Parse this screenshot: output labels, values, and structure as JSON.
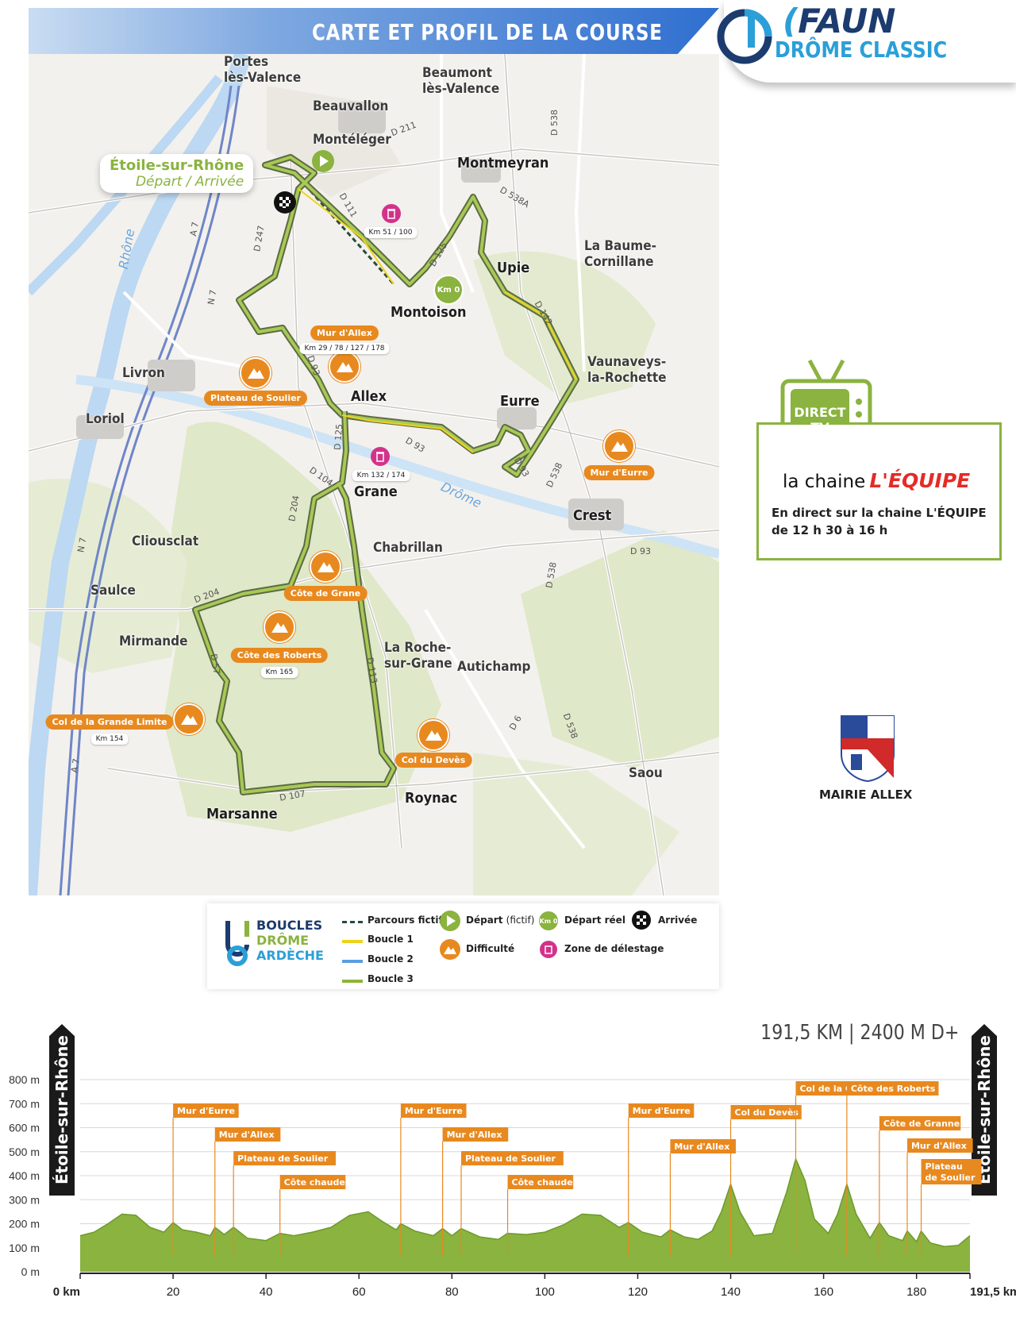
{
  "header": {
    "title": "CARTE ET PROFIL DE LA COURSE",
    "brand": "FAUN",
    "event": "DRÔME CLASSIC"
  },
  "map": {
    "start": {
      "town": "Étoile-sur-Rhône",
      "subtitle": "Départ / Arrivée"
    },
    "towns": {
      "portes": "Portes\nlès-Valence",
      "beaumont": "Beaumont\nlès-Valence",
      "beauvallon": "Beauvallon",
      "monteleger": "Montéléger",
      "montmeyran": "Montmeyran",
      "upie": "Upie",
      "labaume": "La Baume-\nCornillane",
      "montoison": "Montoison",
      "vaunaveys": "Vaunaveys-\nla-Rochette",
      "livron": "Livron",
      "loriol": "Loriol",
      "allex": "Allex",
      "eurre": "Eurre",
      "grane": "Grane",
      "crest": "Crest",
      "cliousclat": "Cliousclat",
      "chabrillan": "Chabrillan",
      "saulce": "Saulce",
      "mirmande": "Mirmande",
      "laroche": "La Roche-\nsur-Grane",
      "autichamp": "Autichamp",
      "saou": "Saou",
      "roynac": "Roynac",
      "marsanne": "Marsanne"
    },
    "roads": [
      "D 211",
      "D 538",
      "D 538A",
      "D 111",
      "D 125",
      "D 142",
      "D 247",
      "D 93",
      "D 93",
      "D 125",
      "D 93",
      "D 538",
      "D 104",
      "D 204",
      "D 204",
      "D 57",
      "D 113",
      "D 107",
      "D 538",
      "D 6",
      "D 538",
      "D 93",
      "N 7",
      "N 7",
      "A 7",
      "A 7"
    ],
    "rivers": [
      "Rhône",
      "Drôme"
    ],
    "difficulties": [
      {
        "name": "Mur d'Allex",
        "km": "Km 29 / 78 / 127 / 178"
      },
      {
        "name": "Plateau de Soulier"
      },
      {
        "name": "Mur d'Eurre"
      },
      {
        "name": "Côte de Grane"
      },
      {
        "name": "Côte des Roberts",
        "km": "Km 165"
      },
      {
        "name": "Col de la Grande Limite",
        "km": "Km 154"
      },
      {
        "name": "Col du Devès"
      }
    ],
    "delestage": [
      {
        "km": "Km 51 / 100"
      },
      {
        "km": "Km 132 / 174"
      }
    ],
    "km0": "Km 0"
  },
  "legend": {
    "brand_line1": "BOUCLES",
    "brand_line2": "DRÔME",
    "brand_line3": "ARDÈCHE",
    "parcours_fictif": "Parcours fictif",
    "boucle1": "Boucle 1",
    "boucle2": "Boucle 2",
    "boucle3": "Boucle 3",
    "depart": "Départ",
    "depart_note": "(fictif)",
    "difficulte": "Difficulté",
    "depart_reel": "Départ réel",
    "zone": "Zone de délestage",
    "arrivee": "Arrivée",
    "km0_icon": "Km 0",
    "colors": {
      "boucle1": "#f0d21e",
      "boucle2": "#5b9ee0",
      "boucle3": "#8fb43a",
      "accent": "#e8891f",
      "delestage": "#d2338a"
    }
  },
  "tv": {
    "badge_line1": "DIRECT",
    "badge_line2": "TV",
    "channel_prefix": "la chaine",
    "channel_name": "L'ÉQUIPE",
    "line1": "En direct sur la chaine L'ÉQUIPE",
    "line2": "de 12 h 30 à 16 h"
  },
  "sponsor": {
    "name": "MAIRIE ALLEX"
  },
  "profile": {
    "summary": "191,5 KM | 2400 M D+",
    "start_label": "Étoile-sur-Rhône",
    "end_label": "Étoile-sur-Rhône",
    "y_ticks": [
      "800 m",
      "700 m",
      "600 m",
      "500 m",
      "400 m",
      "300 m",
      "200 m",
      "100 m",
      "0 m"
    ],
    "x_ticks": [
      "0 km",
      "20",
      "40",
      "60",
      "80",
      "100",
      "120",
      "140",
      "160",
      "180",
      "191,5 km"
    ],
    "climbs": [
      {
        "name": "Mur d'Eurre",
        "km": 20
      },
      {
        "name": "Mur d'Allex",
        "km": 29
      },
      {
        "name": "Plateau de Soulier",
        "km": 33
      },
      {
        "name": "Côte chaude",
        "km": 43
      },
      {
        "name": "Mur d'Eurre",
        "km": 69
      },
      {
        "name": "Mur d'Allex",
        "km": 78
      },
      {
        "name": "Plateau de Soulier",
        "km": 82
      },
      {
        "name": "Côte chaude",
        "km": 92
      },
      {
        "name": "Mur d'Eurre",
        "km": 118
      },
      {
        "name": "Mur d'Allex",
        "km": 127
      },
      {
        "name": "Col du Devès",
        "km": 140
      },
      {
        "name": "Col de la Grande Limite",
        "km": 154
      },
      {
        "name": "Côte des Roberts",
        "km": 165
      },
      {
        "name": "Côte de Granne",
        "km": 172
      },
      {
        "name": "Mur d'Allex",
        "km": 178
      },
      {
        "name": "Plateau\nde Soulier",
        "km": 181
      }
    ],
    "elevation": [
      [
        0,
        150
      ],
      [
        3,
        165
      ],
      [
        6,
        200
      ],
      [
        9,
        240
      ],
      [
        12,
        235
      ],
      [
        15,
        185
      ],
      [
        18,
        165
      ],
      [
        20,
        205
      ],
      [
        22,
        175
      ],
      [
        25,
        165
      ],
      [
        28,
        150
      ],
      [
        29,
        185
      ],
      [
        31,
        155
      ],
      [
        33,
        185
      ],
      [
        36,
        140
      ],
      [
        40,
        130
      ],
      [
        43,
        160
      ],
      [
        46,
        150
      ],
      [
        50,
        165
      ],
      [
        54,
        185
      ],
      [
        58,
        235
      ],
      [
        62,
        250
      ],
      [
        65,
        210
      ],
      [
        68,
        175
      ],
      [
        69,
        200
      ],
      [
        72,
        170
      ],
      [
        76,
        150
      ],
      [
        78,
        180
      ],
      [
        80,
        150
      ],
      [
        82,
        180
      ],
      [
        86,
        145
      ],
      [
        90,
        135
      ],
      [
        92,
        160
      ],
      [
        96,
        155
      ],
      [
        100,
        165
      ],
      [
        104,
        195
      ],
      [
        108,
        240
      ],
      [
        112,
        235
      ],
      [
        116,
        185
      ],
      [
        118,
        205
      ],
      [
        121,
        165
      ],
      [
        125,
        145
      ],
      [
        127,
        175
      ],
      [
        130,
        145
      ],
      [
        133,
        135
      ],
      [
        136,
        170
      ],
      [
        138,
        250
      ],
      [
        140,
        365
      ],
      [
        142,
        250
      ],
      [
        145,
        150
      ],
      [
        149,
        160
      ],
      [
        152,
        330
      ],
      [
        154,
        470
      ],
      [
        156,
        380
      ],
      [
        158,
        220
      ],
      [
        161,
        160
      ],
      [
        163,
        240
      ],
      [
        165,
        365
      ],
      [
        167,
        240
      ],
      [
        170,
        140
      ],
      [
        172,
        205
      ],
      [
        174,
        150
      ],
      [
        177,
        130
      ],
      [
        178,
        170
      ],
      [
        180,
        125
      ],
      [
        181,
        170
      ],
      [
        183,
        120
      ],
      [
        186,
        105
      ],
      [
        189,
        110
      ],
      [
        191.5,
        150
      ]
    ]
  }
}
